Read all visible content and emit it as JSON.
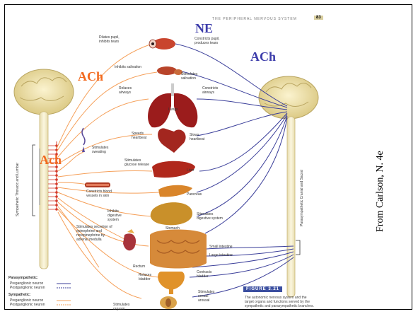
{
  "header": {
    "running_title": "THE PERIPHERAL NERVOUS SYSTEM",
    "page_number": "83"
  },
  "big_labels": {
    "ne": "NE",
    "ach_blue": "ACh",
    "ach_orange_upper": "ACh",
    "ach_orange_lower": "Ach"
  },
  "side_credit": "From Carlson, N. 4e",
  "sympathetic_label": "Sympathetic Thoracic and Lumbar",
  "parasympathetic_label": "Parasympathetic Cranial and Sacral",
  "organ_labels": {
    "dilates_pupil": "Dilates pupil, inhibits tears",
    "constricts_pupil": "Constricts pupil, produces tears",
    "inhibits_salivation": "Inhibits salivation",
    "stimulates_salivation": "Stimulates salivation",
    "relaxes_airways": "Relaxes airways",
    "constricts_airways": "Constricts airways",
    "lungs": "Lungs",
    "speeds_heartbeat": "Speeds heartbeat",
    "slows_heartbeat": "Slows heartbeat",
    "stimulates_sweating": "Stimulates sweating",
    "stimulates_glucose": "Stimulates glucose release",
    "liver": "Liver",
    "constricts_blood": "Constricts blood vessels in skin",
    "pancreas": "Pancreas",
    "inhibits_digestive": "Inhibits digestive system",
    "stimulates_digestive": "Stimulates digestive system",
    "stomach": "Stomach",
    "stimulates_secretion": "Stimulates secretion of epinephrine and norepinephrine by adrenal medulla",
    "small_intestine": "Small intestine",
    "large_intestine": "Large intestine",
    "rectum": "Rectum",
    "relaxes_bladder": "Relaxes bladder",
    "contracts_bladder": "Contracts bladder",
    "stimulates_orgasm": "Stimulates orgasm",
    "stimulates_sexual": "Stimulates sexual arousal"
  },
  "legend": {
    "para_title": "Parasympathetic:",
    "para_pre": "Preganglionic neuron",
    "para_post": "Postganglionic neuron",
    "symp_title": "Sympathetic:",
    "symp_pre": "Preganglionic neuron",
    "symp_post": "Postganglionic neuron"
  },
  "figure_caption": {
    "label": "FIGURE 3.21",
    "text": "The autonomic nervous system and the target organs and functions served by the sympathetic and parasympathetic branches."
  },
  "colors": {
    "sympathetic": "#f5a05a",
    "parasympathetic": "#3b3f9a",
    "brain": "#e9d99b",
    "cord": "#f3eccb",
    "organ_red": "#9b1c1c",
    "organ_orange": "#d9852a",
    "ach_label": "#f26a1f",
    "ne_label": "#3c3caa"
  }
}
